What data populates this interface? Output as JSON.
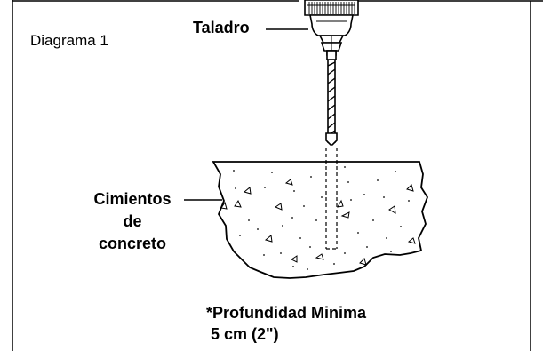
{
  "diagram": {
    "title": "Diagrama 1",
    "drill_label": "Taladro",
    "foundation_label_lines": [
      "Cimientos",
      "de",
      "concreto"
    ],
    "depth_note_line1": "*Profundidad Minima",
    "depth_note_line2": "5 cm (2\")"
  },
  "colors": {
    "line": "#000000",
    "background": "#ffffff"
  }
}
